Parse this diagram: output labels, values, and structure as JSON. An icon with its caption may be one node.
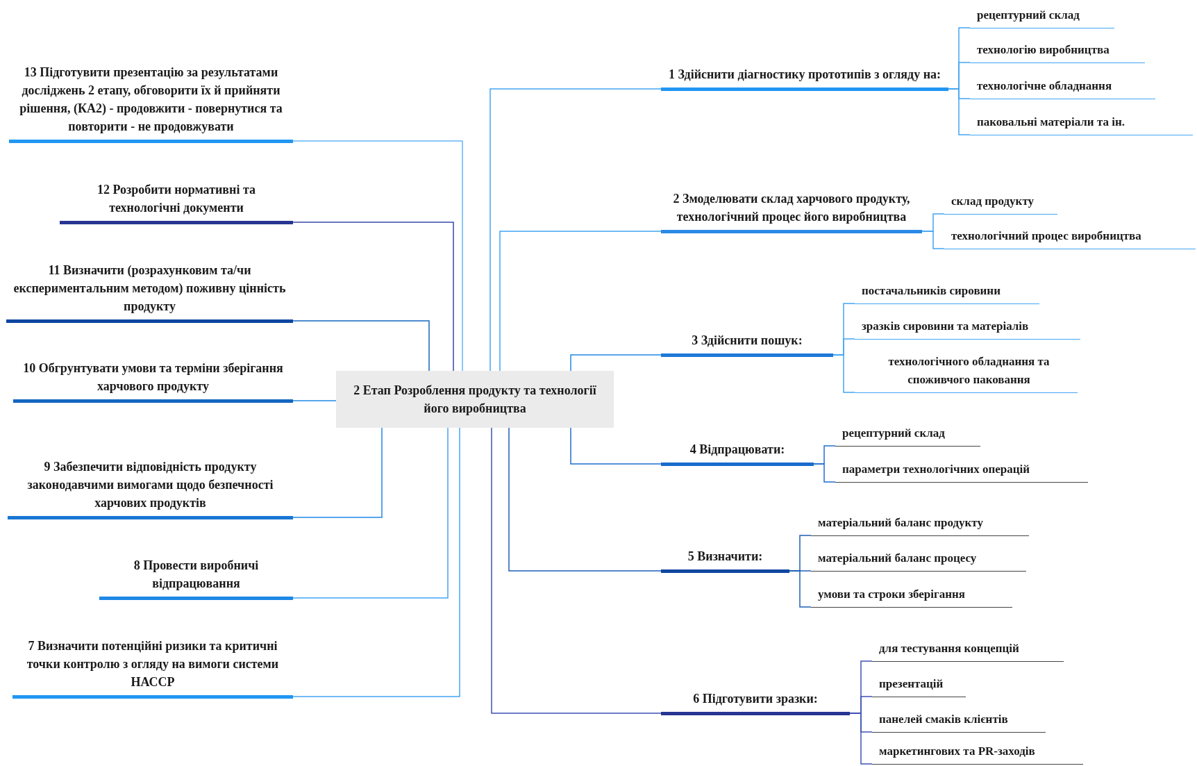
{
  "diagram": {
    "nodes": [
      {
        "text": [
          "2 Етап  Розроблення продукту та технології його виробництва"
        ]
      },
      {
        "text": [
          "1 Здійснити діагностику прототипів з огляду на:"
        ]
      },
      {
        "text": [
          "рецептурний склад"
        ]
      },
      {
        "text": [
          "технологію виробництва"
        ]
      },
      {
        "text": [
          "технологічне обладнання"
        ]
      },
      {
        "text": [
          "паковальні матеріали та ін."
        ]
      },
      {
        "text": [
          "2 Змоделювати склад харчового продукту, технологічний процес його виробництва"
        ]
      },
      {
        "text": [
          "склад продукту"
        ]
      },
      {
        "text": [
          "технологічний процес виробництва"
        ]
      },
      {
        "text": [
          "3 Здійснити пошук:"
        ]
      },
      {
        "text": [
          "постачальників сировини"
        ]
      },
      {
        "text": [
          "зразків сировини та матеріалів"
        ]
      },
      {
        "text": [
          "технологічного обладнання та споживчого паковання"
        ]
      },
      {
        "text": [
          "4 Відпрацювати:"
        ]
      },
      {
        "text": [
          "рецептурний склад"
        ]
      },
      {
        "text": [
          "параметри технологічних операцій"
        ]
      },
      {
        "text": [
          "5 Визначити:"
        ]
      },
      {
        "text": [
          "матеріальний баланс продукту"
        ]
      },
      {
        "text": [
          "матеріальний баланс процесу"
        ]
      },
      {
        "text": [
          "умови та строки зберігання"
        ]
      },
      {
        "text": [
          "6 Підготувити зразки:"
        ]
      },
      {
        "text": [
          "для тестування концепцій"
        ]
      },
      {
        "text": [
          "презентацій"
        ]
      },
      {
        "text": [
          "панелей смаків клієнтів"
        ]
      },
      {
        "text": [
          "маркетингових та PR-заходів"
        ]
      },
      {
        "text": [
          "7 Визначити потенційні ризики та критичні точки контролю з огляду на вимоги системи НАССР"
        ]
      },
      {
        "text": [
          "8 Провести виробничі відпрацювання"
        ]
      },
      {
        "text": [
          "9 Забезпечити відповідність продукту законодавчими вимогами щодо безпечності харчових продуктів"
        ]
      },
      {
        "text": [
          "10 Обгрунтувати умови та терміни зберігання харчового продукту"
        ]
      },
      {
        "text": [
          "11 Визначити (розрахунковим та/чи експериментальним методом) поживну цінність продукту"
        ]
      },
      {
        "text": [
          "12 Розробити нормативні та технологічні документи"
        ]
      },
      {
        "text": [
          "13 Підготувити презентацію за результатами досліджень 2 етапу, обговорити їх й прийняти рішення, (КА2) - продовжити - повернутися та повторити - не продовжувати"
        ]
      }
    ],
    "edges": [
      {
        "from": 0,
        "to": 1,
        "arrow": "none",
        "color": "#42a5f5"
      },
      {
        "from": 1,
        "to": 2,
        "arrow": "none"
      },
      {
        "from": 1,
        "to": 3,
        "arrow": "none"
      },
      {
        "from": 1,
        "to": 4,
        "arrow": "none"
      },
      {
        "from": 1,
        "to": 5,
        "arrow": "none"
      },
      {
        "from": 0,
        "to": 6,
        "arrow": "none",
        "color": "#42a5f5"
      },
      {
        "from": 6,
        "to": 7,
        "arrow": "none"
      },
      {
        "from": 6,
        "to": 8,
        "arrow": "none"
      },
      {
        "from": 0,
        "to": 9,
        "arrow": "none",
        "color": "#1e88e5"
      },
      {
        "from": 9,
        "to": 10,
        "arrow": "none"
      },
      {
        "from": 9,
        "to": 11,
        "arrow": "none"
      },
      {
        "from": 9,
        "to": 12,
        "arrow": "none"
      },
      {
        "from": 0,
        "to": 13,
        "arrow": "none",
        "color": "#1e6fd0"
      },
      {
        "from": 13,
        "to": 14,
        "arrow": "none",
        "color": "#1e6fd0"
      },
      {
        "from": 13,
        "to": 15,
        "arrow": "none",
        "color": "#1e6fd0"
      },
      {
        "from": 0,
        "to": 16,
        "arrow": "none",
        "color": "#1e5fb5"
      },
      {
        "from": 16,
        "to": 17,
        "arrow": "none",
        "color": "#1e5fb5"
      },
      {
        "from": 16,
        "to": 18,
        "arrow": "none",
        "color": "#1e5fb5"
      },
      {
        "from": 16,
        "to": 19,
        "arrow": "none",
        "color": "#1e5fb5"
      },
      {
        "from": 0,
        "to": 20,
        "arrow": "none",
        "color": "#3f51b5"
      },
      {
        "from": 20,
        "to": 21,
        "arrow": "none",
        "color": "#3f51b5"
      },
      {
        "from": 20,
        "to": 22,
        "arrow": "none",
        "color": "#3f51b5"
      },
      {
        "from": 20,
        "to": 23,
        "arrow": "none",
        "color": "#3f51b5"
      },
      {
        "from": 20,
        "to": 24,
        "arrow": "none",
        "color": "#3f51b5"
      },
      {
        "from": 0,
        "to": 25,
        "arrow": "none",
        "color": "#42a5f5"
      },
      {
        "from": 0,
        "to": 26,
        "arrow": "none",
        "color": "#42a5f5"
      },
      {
        "from": 0,
        "to": 27,
        "arrow": "none",
        "color": "#1e88e5"
      },
      {
        "from": 0,
        "to": 28,
        "arrow": "none",
        "color": "#1e88e5"
      },
      {
        "from": 0,
        "to": 29,
        "arrow": "none",
        "color": "#1565c0"
      },
      {
        "from": 0,
        "to": 30,
        "arrow": "none",
        "color": "#3949ab"
      },
      {
        "from": 0,
        "to": 31,
        "arrow": "none",
        "color": "#64b5f6"
      }
    ]
  }
}
